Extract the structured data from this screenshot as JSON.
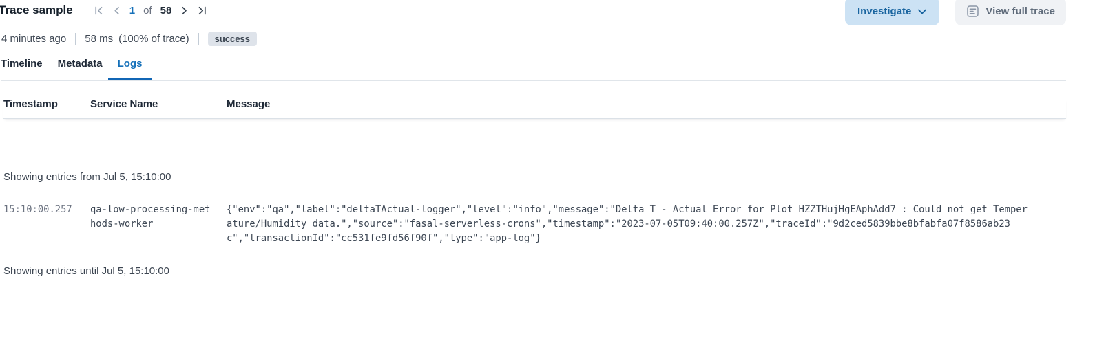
{
  "header": {
    "title": "Trace sample",
    "pagination": {
      "current": "1",
      "of_label": "of",
      "total": "58"
    },
    "investigate_label": "Investigate",
    "view_full_trace_label": "View full trace"
  },
  "meta": {
    "age": "4 minutes ago",
    "duration": "58 ms",
    "trace_percent": "(100% of trace)",
    "status": "success"
  },
  "tabs": [
    {
      "label": "Timeline"
    },
    {
      "label": "Metadata"
    },
    {
      "label": "Logs"
    }
  ],
  "logs_table": {
    "columns": [
      "Timestamp",
      "Service Name",
      "Message"
    ],
    "showing_from": "Showing entries from Jul 5, 15:10:00",
    "showing_until": "Showing entries until Jul 5, 15:10:00",
    "entries": [
      {
        "timestamp": "15:10:00.257",
        "service_name": "qa-low-processing-methods-worker",
        "message": "{\"env\":\"qa\",\"label\":\"deltaTActual-logger\",\"level\":\"info\",\"message\":\"Delta T - Actual Error for Plot HZZTHujHgEAphAdd7 : Could not get Temperature/Humidity data.\",\"source\":\"fasal-serverless-crons\",\"timestamp\":\"2023-07-05T09:40:00.257Z\",\"traceId\":\"9d2ced5839bbe8bfabfa07f8586ab23c\",\"transactionId\":\"cc531fe9fd56f90f\",\"type\":\"app-log\"}"
      }
    ]
  },
  "colors": {
    "accent_blue": "#1570b9",
    "tab_underline": "#1166b5",
    "investigate_bg": "#cce2f4",
    "view_trace_bg": "#f0f2f5",
    "badge_bg": "#dee3ea",
    "divider": "#d6dce3"
  }
}
